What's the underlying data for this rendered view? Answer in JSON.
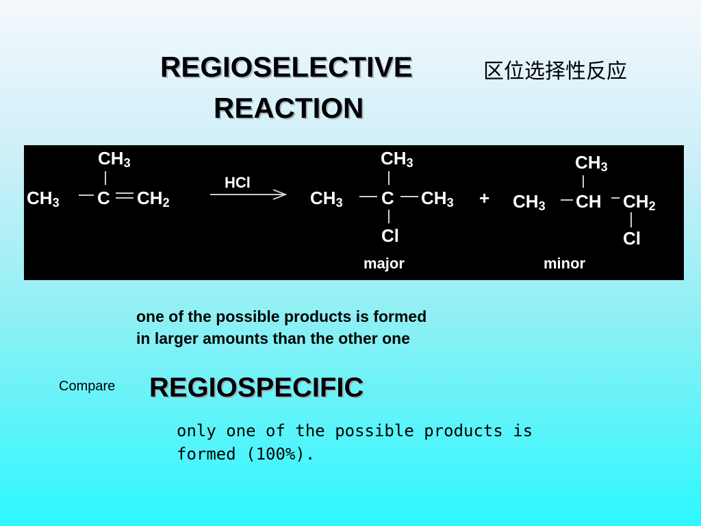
{
  "title": {
    "line1": "REGIOSELECTIVE",
    "chinese": "区位选择性反应",
    "line2": "REACTION"
  },
  "scheme": {
    "reactant": {
      "top": "CH3",
      "left": "CH3",
      "center": "C",
      "right": "CH2"
    },
    "reagent": "HCl",
    "major_product": {
      "top": "CH3",
      "left": "CH3",
      "center": "C",
      "right": "CH3",
      "bottom": "Cl"
    },
    "plus": "+",
    "minor_product": {
      "top": "CH3",
      "left": "CH3",
      "center": "CH",
      "right": "CH2",
      "bottom": "Cl"
    },
    "major_label": "major",
    "minor_label": "minor"
  },
  "regioselective_desc": {
    "line1": "one of the possible products is formed",
    "line2": "in larger amounts than the other one"
  },
  "compare": {
    "label": "Compare",
    "term": "REGIOSPECIFIC",
    "desc_line1": "only one of the possible products is",
    "desc_line2": "formed (100%)."
  }
}
